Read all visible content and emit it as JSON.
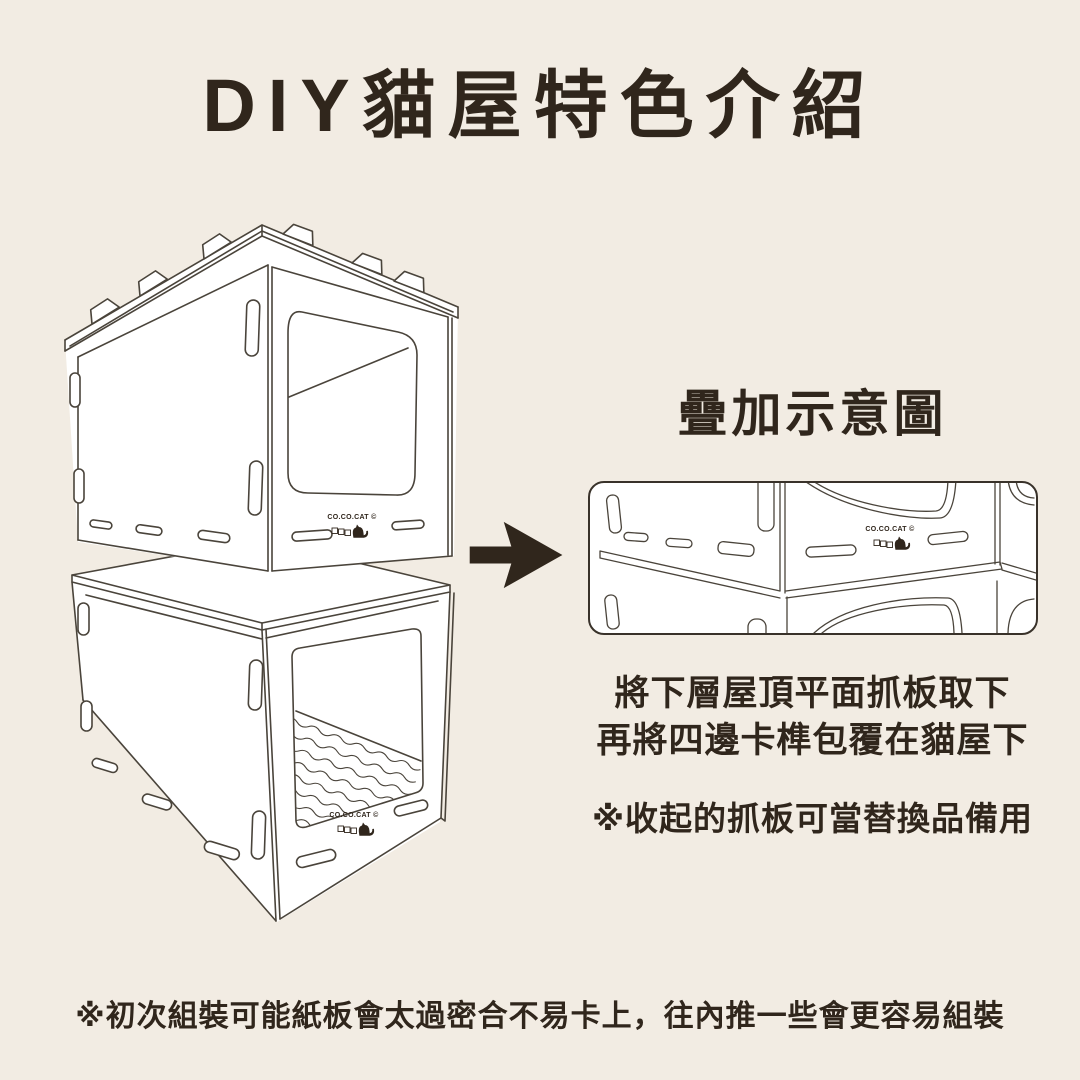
{
  "title": "DIY貓屋特色介紹",
  "brand": {
    "label": "CO.CO.CAT ©"
  },
  "right_panel": {
    "heading": "疊加示意圖",
    "line1": "將下層屋頂平面抓板取下",
    "line2": "再將四邊卡榫包覆在貓屋下",
    "note": "※收起的抓板可當替換品備用"
  },
  "footer_note": "※初次組裝可能紙板會太過密合不易卡上，往內推一些會更容易組裝",
  "colors": {
    "background": "#f2ece3",
    "ink": "#30261c",
    "line_art": "#4a443b",
    "panel_background": "#ffffff"
  }
}
